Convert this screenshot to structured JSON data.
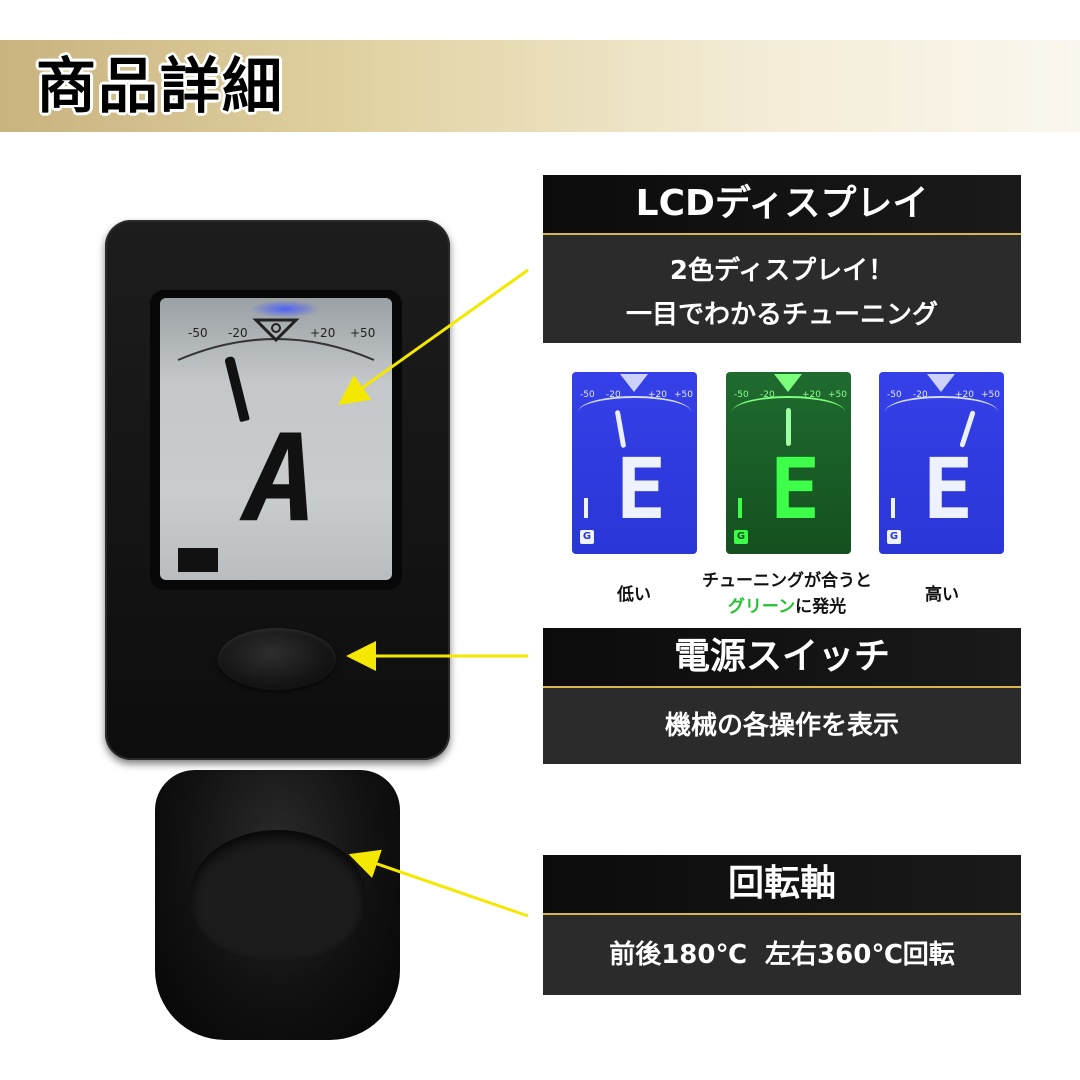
{
  "header": {
    "title": "商品詳細"
  },
  "tuner": {
    "scale": [
      "-50",
      "-20",
      "+20",
      "+50"
    ],
    "note": "A"
  },
  "lcd_panel": {
    "title": "LCDディスプレイ",
    "desc_line1": "2色ディスプレイ！",
    "desc_line2": "一目でわかるチューニング"
  },
  "modes": {
    "scale": [
      "-50",
      "-20",
      "+20",
      "+50"
    ],
    "note": "E",
    "mode_badge": "G",
    "items": [
      {
        "caption": "低い",
        "color": "#2a36d6"
      },
      {
        "caption_line1": "チューニングが合うと",
        "caption_green": "グリーン",
        "caption_suffix": "に発光",
        "color": "#14501f"
      },
      {
        "caption": "高い",
        "color": "#2a36d6"
      }
    ]
  },
  "power_panel": {
    "title": "電源スイッチ",
    "desc": "機械の各操作を表示"
  },
  "axis_panel": {
    "title": "回転軸",
    "desc": "前後180℃  左右360℃回転"
  },
  "colors": {
    "accent": "#d7b651",
    "arrow": "#f5e800",
    "tuned_green": "#22c232"
  }
}
